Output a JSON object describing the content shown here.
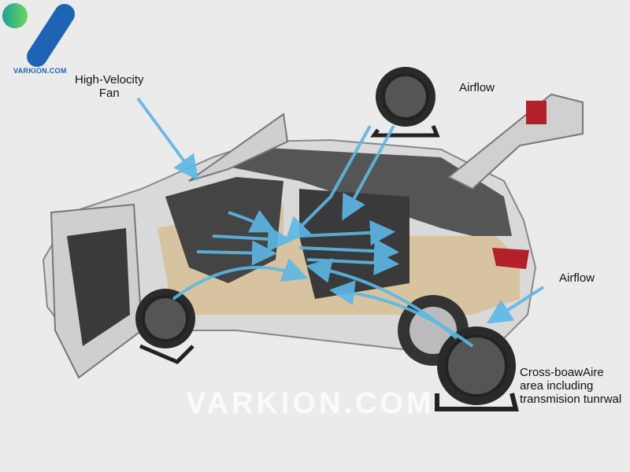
{
  "logo": {
    "text": "VARKION.COM",
    "colors": {
      "circle": "#3cc86e",
      "bar": "#1e64b4"
    }
  },
  "labels": {
    "high_velocity_fan": [
      "High-Velocity",
      "Fan"
    ],
    "airflow_top": "Airflow",
    "airflow_right": "Airflow",
    "cross_area": [
      "Cross-boawAire",
      "area including",
      "transmision tunrwal"
    ]
  },
  "watermark": "VARKION.COM",
  "colors": {
    "airflow": "#5bb8e6",
    "car_body": "#d9d9d9",
    "interior_carpet": "#d8c3a0",
    "background": "#ebebeb"
  },
  "icons": [
    "fan-icon",
    "arrow-icon",
    "car-illustration"
  ]
}
